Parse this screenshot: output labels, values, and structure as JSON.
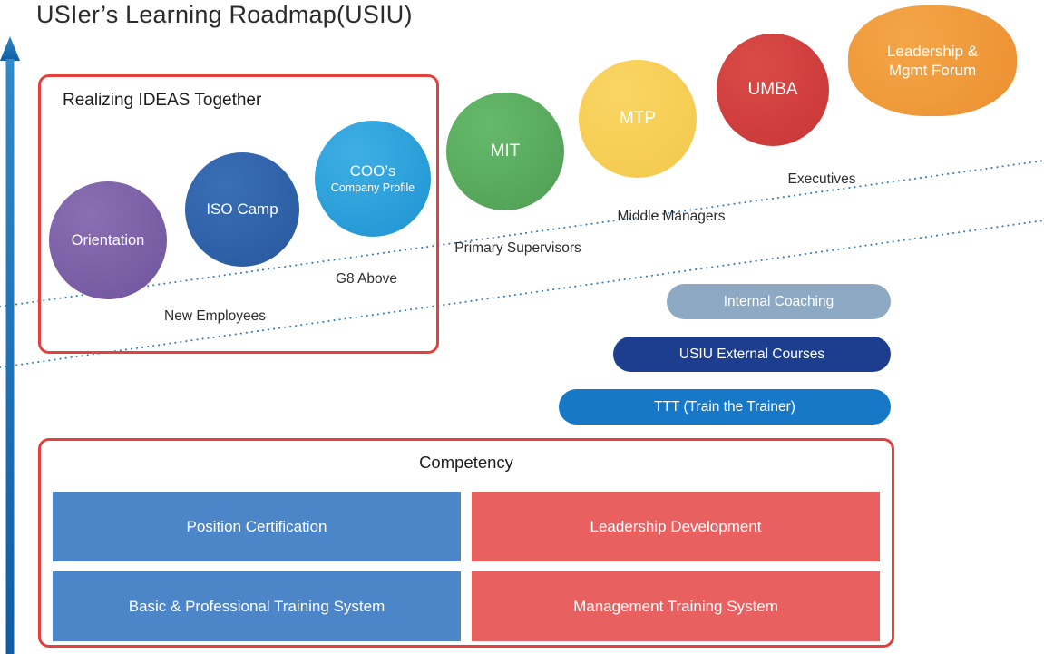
{
  "title": "USIer’s Learning Roadmap(USIU)",
  "roadmap": {
    "new_employees_group": {
      "label": "Realizing IDEAS Together",
      "border_color": "#e4403d"
    },
    "circles": {
      "orientation": {
        "label": "Orientation",
        "color": "#7a5fa5"
      },
      "iso_camp": {
        "label": "ISO Camp",
        "color": "#2e64ae"
      },
      "coo": {
        "line1": "COO’s",
        "line2": "Company Profile",
        "color": "#2ea2de"
      },
      "mit": {
        "label": "MIT",
        "color": "#5bae5f"
      },
      "mtp": {
        "label": "MTP",
        "color": "#f8d058"
      },
      "umba": {
        "label": "UMBA",
        "color": "#d24440"
      },
      "forum": {
        "line1": "Leadership &",
        "line2": "Mgmt Forum",
        "color": "#f09d3e"
      }
    },
    "audience_labels": {
      "new_employees": "New Employees",
      "g8_above": "G8 Above",
      "primary_supervisors": "Primary Supervisors",
      "middle_managers": "Middle Managers",
      "executives": "Executives"
    }
  },
  "programs": {
    "internal_coaching": {
      "label": "Internal Coaching",
      "color": "#8da9c3"
    },
    "usiu_external_courses": {
      "label": "USIU External Courses",
      "color": "#1d3e8f"
    },
    "ttt": {
      "label": "TTT (Train the Trainer)",
      "color": "#1878c8"
    }
  },
  "competency": {
    "title": "Competency",
    "border_color": "#e4403d",
    "cells": [
      {
        "label": "Position Certification",
        "color": "#4c86c8"
      },
      {
        "label": "Leadership Development",
        "color": "#e96060"
      },
      {
        "label": "Basic & Professional Training System",
        "color": "#4c86c8"
      },
      {
        "label": "Management Training System",
        "color": "#e96060"
      }
    ]
  },
  "axis": {
    "arrow_color": "#1a6fb5",
    "dotted_line_color": "#3279b8"
  }
}
